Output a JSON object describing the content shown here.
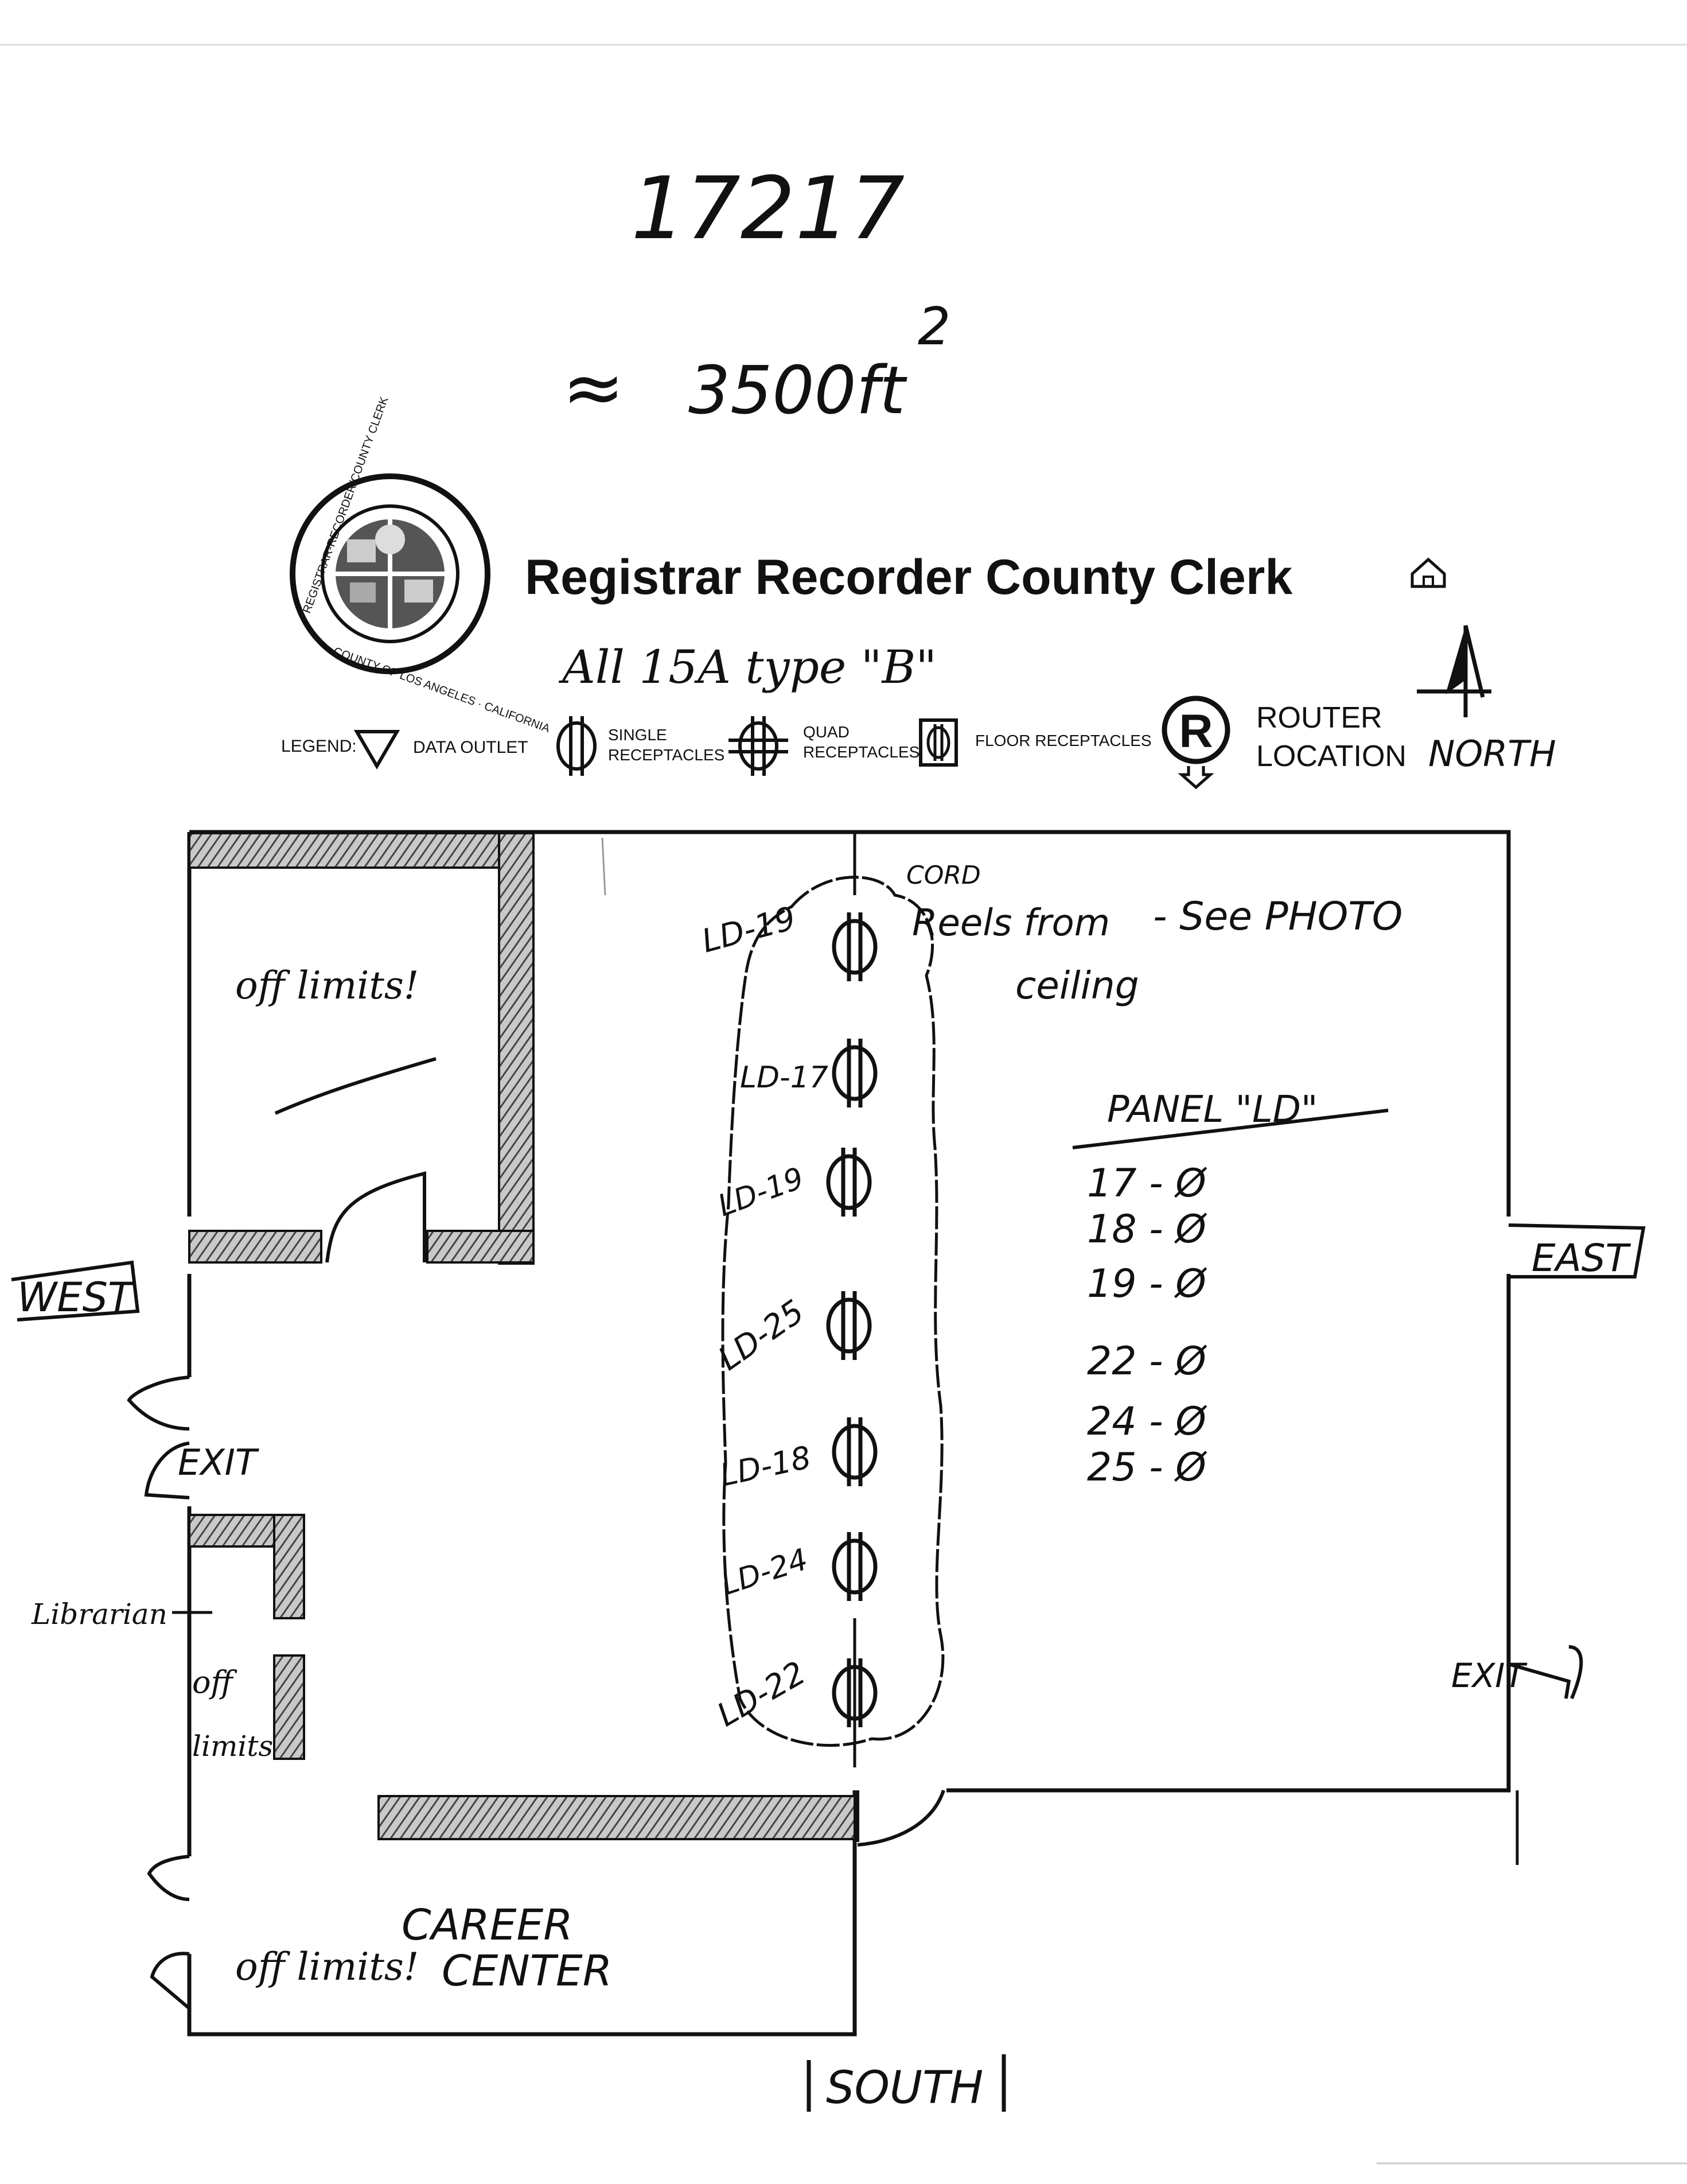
{
  "job_number": "17217",
  "area_note": {
    "prefix": "≈",
    "value": "3500ft",
    "superscript": "2"
  },
  "header": {
    "title": "Registrar Recorder County Clerk",
    "seal_label": "REGISTRAR-RECORDER/COUNTY CLERK",
    "seal_sub": "COUNTY OF LOS ANGELES · CALIFORNIA",
    "type_note": "All 15A type \"B\"",
    "north_label": "NORTH"
  },
  "legend": {
    "label": "LEGEND:",
    "items": [
      {
        "icon": "data-outlet-icon",
        "text_line1": "DATA OUTLET",
        "text_line2": ""
      },
      {
        "icon": "single-receptacle-icon",
        "text_line1": "SINGLE",
        "text_line2": "RECEPTACLES"
      },
      {
        "icon": "quad-receptacle-icon",
        "text_line1": "QUAD",
        "text_line2": "RECEPTACLES"
      },
      {
        "icon": "floor-receptacle-icon",
        "text_line1": "FLOOR RECEPTACLES",
        "text_line2": ""
      }
    ],
    "router_symbol": "R",
    "router_line1": "ROUTER",
    "router_line2": "LOCATION"
  },
  "plan": {
    "directions": {
      "west": "WEST",
      "east": "EAST",
      "south": "SOUTH"
    },
    "exits": [
      "EXIT",
      "EXIT"
    ],
    "off_limits_room": "off limits!",
    "librarian": "Librarian",
    "off_limits_small": [
      "off",
      "limits"
    ],
    "career_off_limits": "off limits!",
    "career_center": [
      "CAREER",
      "CENTER"
    ],
    "cord_note": {
      "line1": "CORD",
      "line2": "Reels from",
      "line3": "ceiling",
      "line4": "- See PHOTO"
    },
    "receptacle_labels": [
      "LD-19",
      "LD-17",
      "LD-19",
      "LD-25",
      "LD-18",
      "LD-24",
      "LD-22"
    ],
    "panel": {
      "title": "PANEL \"LD\"",
      "circuits": [
        "17 - Ø",
        "18 - Ø",
        "19 - Ø",
        "22 - Ø",
        "24 - Ø",
        "25 - Ø"
      ]
    }
  },
  "colors": {
    "ink": "#111111",
    "paper": "#ffffff",
    "wall_fill": "#8a8a8a"
  }
}
